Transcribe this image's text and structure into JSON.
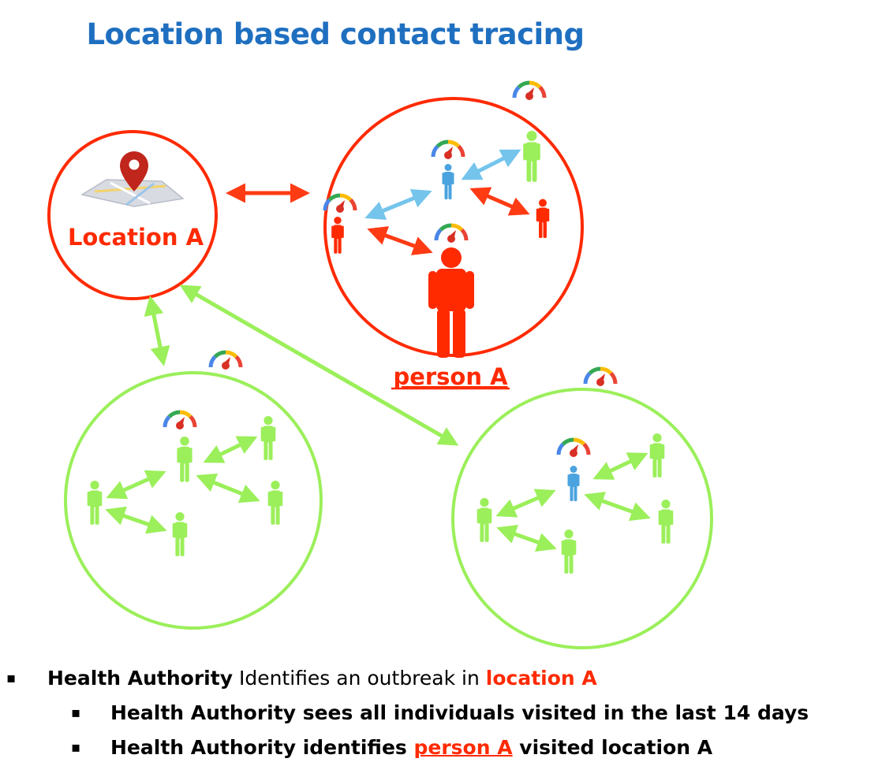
{
  "title": "Location based contact tracing",
  "diagram": {
    "location_label": "Location A",
    "person_label": "person A",
    "colors": {
      "red": "#ff2a00",
      "green": "#9bef5a",
      "blue": "#4aa3df",
      "title": "#1f6fc0"
    },
    "icons": [
      "map-pin-icon",
      "risk-gauge-icon",
      "person-icon",
      "double-arrow-icon"
    ]
  },
  "bullets": {
    "b1": {
      "marker": "▪",
      "strong": "Health Authority",
      "text": " Identifies an outbreak in ",
      "highlight": "location A"
    },
    "b2": {
      "marker": "▪",
      "text": "Health Authority sees all individuals visited in the last 14 days"
    },
    "b3": {
      "marker": "▪",
      "text": "Health Authority identifies ",
      "highlight": "person A",
      "tail": " visited location A"
    }
  }
}
